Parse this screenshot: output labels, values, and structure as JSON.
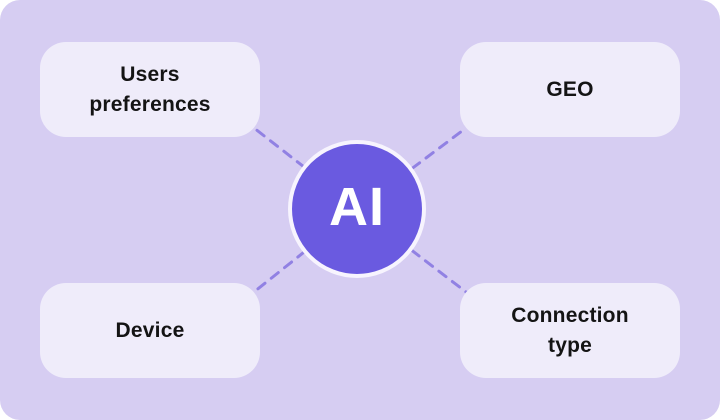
{
  "diagram": {
    "center": {
      "label": "AI"
    },
    "nodes": [
      {
        "id": "users-preferences",
        "label": "Users preferences",
        "position": "top-left"
      },
      {
        "id": "geo",
        "label": "GEO",
        "position": "top-right"
      },
      {
        "id": "device",
        "label": "Device",
        "position": "bottom-left"
      },
      {
        "id": "connection-type",
        "label": "Connection type",
        "position": "bottom-right"
      }
    ],
    "colors": {
      "background": "#D6CDF2",
      "node_background": "#EFECFA",
      "center_circle": "#6A5AE0",
      "center_ring": "#F7F4FE",
      "connector": "#9181E3",
      "text": "#141414",
      "center_text": "#FFFFFF"
    }
  }
}
